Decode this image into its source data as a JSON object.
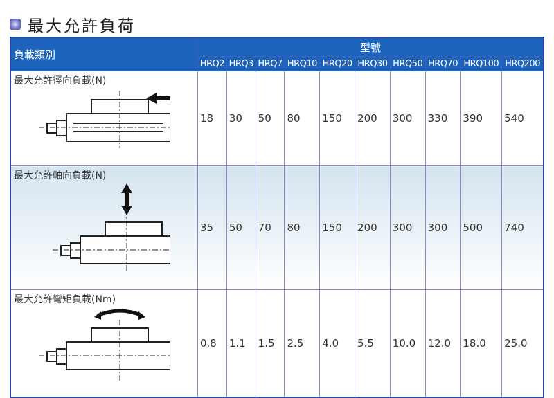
{
  "title": "最大允許負荷",
  "table": {
    "category_header": "負載類別",
    "group_header": "型號",
    "models": [
      "HRQ2",
      "HRQ3",
      "HRQ7",
      "HRQ10",
      "HRQ20",
      "HRQ30",
      "HRQ50",
      "HRQ70",
      "HRQ100",
      "HRQ200"
    ],
    "rows": [
      {
        "label": "最大允許徑向負載(N)",
        "values": [
          "18",
          "30",
          "50",
          "80",
          "150",
          "200",
          "300",
          "330",
          "390",
          "540"
        ]
      },
      {
        "label": "最大允許軸向負載(N)",
        "values": [
          "35",
          "50",
          "70",
          "80",
          "150",
          "200",
          "300",
          "300",
          "500",
          "740"
        ]
      },
      {
        "label": "最大允許彎矩負載(Nm)",
        "values": [
          "0.8",
          "1.1",
          "1.5",
          "2.5",
          "4.0",
          "5.5",
          "10.0",
          "12.0",
          "18.0",
          "25.0"
        ]
      }
    ]
  }
}
